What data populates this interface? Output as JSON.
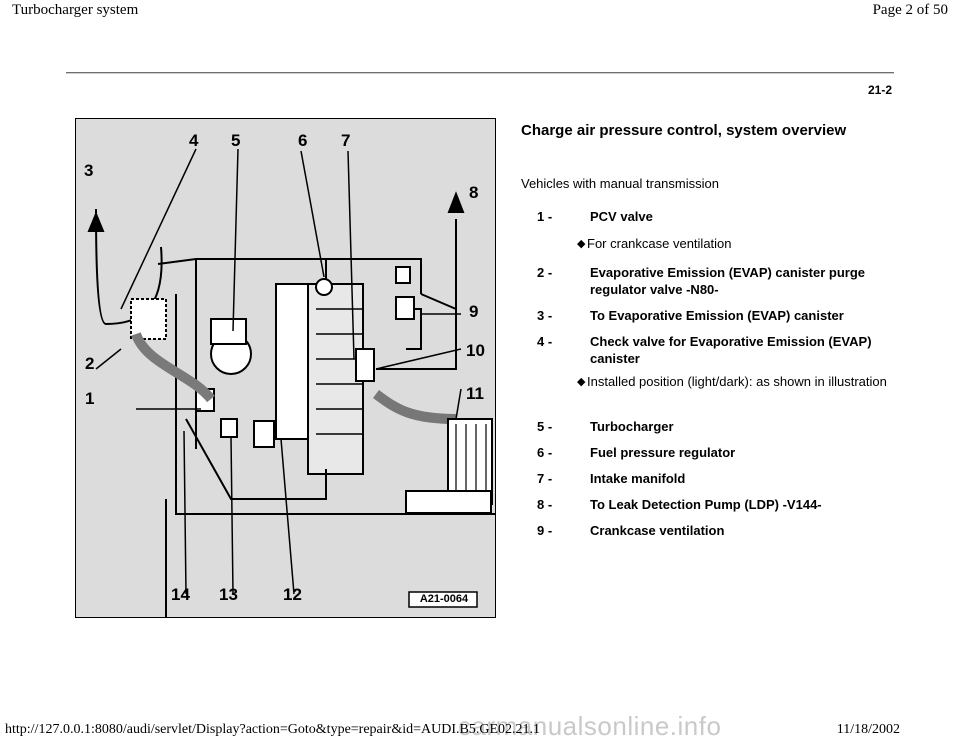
{
  "header": {
    "doc_title": "Turbocharger system",
    "page_label": "Page 2 of 50"
  },
  "page_number": "21-2",
  "figure": {
    "code": "A21-0064",
    "callouts": [
      "1",
      "2",
      "3",
      "4",
      "5",
      "6",
      "7",
      "8",
      "9",
      "10",
      "11",
      "12",
      "13",
      "14"
    ]
  },
  "section": {
    "title": "Charge air pressure control, system overview",
    "subtitle": "Vehicles with manual transmission"
  },
  "items": [
    {
      "num": "1 -",
      "text": "PCV valve",
      "notes": [
        "For crankcase ventilation"
      ]
    },
    {
      "num": "2 -",
      "text": "Evaporative Emission (EVAP) canister purge regulator valve -N80-",
      "notes": []
    },
    {
      "num": "3 -",
      "text": "To Evaporative Emission (EVAP) canister",
      "notes": []
    },
    {
      "num": "4 -",
      "text": "Check valve for Evaporative Emission (EVAP) canister",
      "notes": [
        "Installed position (light/dark): as shown in illustration"
      ]
    },
    {
      "num": "5 -",
      "text": "Turbocharger",
      "notes": []
    },
    {
      "num": "6 -",
      "text": "Fuel pressure regulator",
      "notes": []
    },
    {
      "num": "7 -",
      "text": "Intake manifold",
      "notes": []
    },
    {
      "num": "8 -",
      "text": "To Leak Detection Pump (LDP) -V144-",
      "notes": []
    },
    {
      "num": "9 -",
      "text": "Crankcase ventilation",
      "notes": []
    }
  ],
  "footer": {
    "url": "http://127.0.0.1:8080/audi/servlet/Display?action=Goto&type=repair&id=AUDI.B5.GE02.21.1",
    "date": "11/18/2002",
    "watermark": "carmanualsonline.info"
  }
}
